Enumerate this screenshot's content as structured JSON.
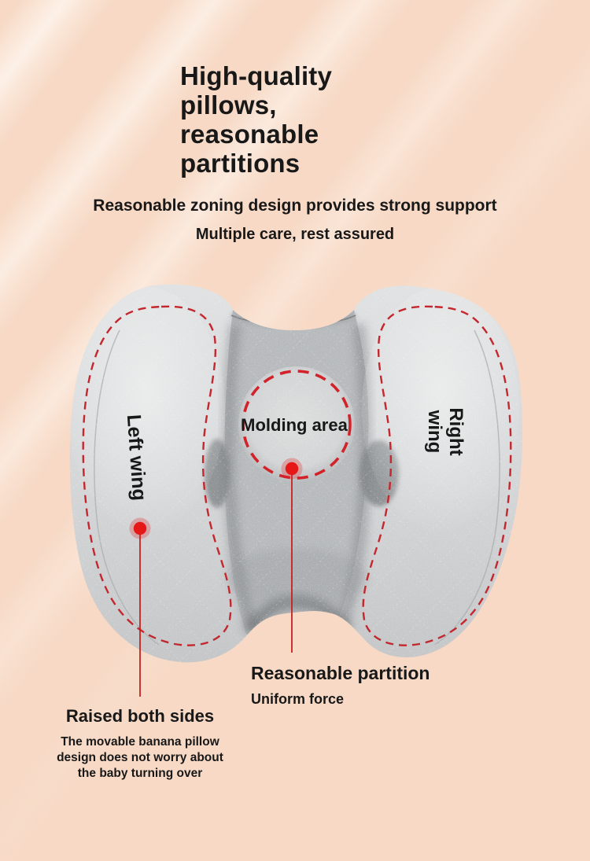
{
  "colors": {
    "background": "#f7d9c5",
    "accent_red": "#cc2127",
    "text": "#181818",
    "pillow_gray": "#cdd0d2"
  },
  "header": {
    "title": "High-quality\npillows,\nreasonable\npartitions",
    "subtitle": "Reasonable zoning design provides strong support",
    "tagline": "Multiple care, rest assured"
  },
  "diagram": {
    "left_wing_label": "Left wing",
    "right_wing_label": "Right\nwing",
    "molding_area_label": "Molding area",
    "partition": {
      "title": "Reasonable partition",
      "subtitle": "Uniform force"
    },
    "raised": {
      "title": "Raised both sides",
      "description": "The movable banana pillow\ndesign does not worry about\nthe baby turning over"
    }
  }
}
